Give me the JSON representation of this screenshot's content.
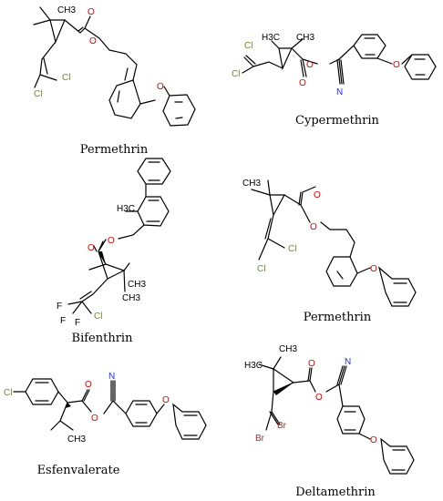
{
  "colors": {
    "bond": "#000000",
    "O": "#e00000",
    "Cl": "#6b8e23",
    "N": "#2030ff",
    "Br": "#a52a2a",
    "F": "#000000"
  },
  "molecules": [
    {
      "name": "Permethrin",
      "labels": [
        "CH3",
        "Cl",
        "Cl",
        "O",
        "O",
        "O"
      ]
    },
    {
      "name": "Cypermethrin",
      "labels": [
        "Cl",
        "Cl",
        "H3C",
        "CH3",
        "O",
        "O",
        "N",
        "O"
      ]
    },
    {
      "name": "Bifenthrin",
      "labels": [
        "H3C",
        "O",
        "O",
        "CH3",
        "CH3",
        "F",
        "F",
        "F",
        "Cl"
      ]
    },
    {
      "name": "Permethrin",
      "labels": [
        "CH3",
        "O",
        "O",
        "Cl",
        "Cl",
        "O"
      ]
    },
    {
      "name": "Esfenvalerate",
      "labels": [
        "Cl",
        "O",
        "O",
        "N",
        "CH3",
        "O"
      ]
    },
    {
      "name": "Deltamethrin",
      "labels": [
        "H3C",
        "CH3",
        "O",
        "O",
        "N",
        "Br",
        "Br",
        "O"
      ]
    }
  ]
}
